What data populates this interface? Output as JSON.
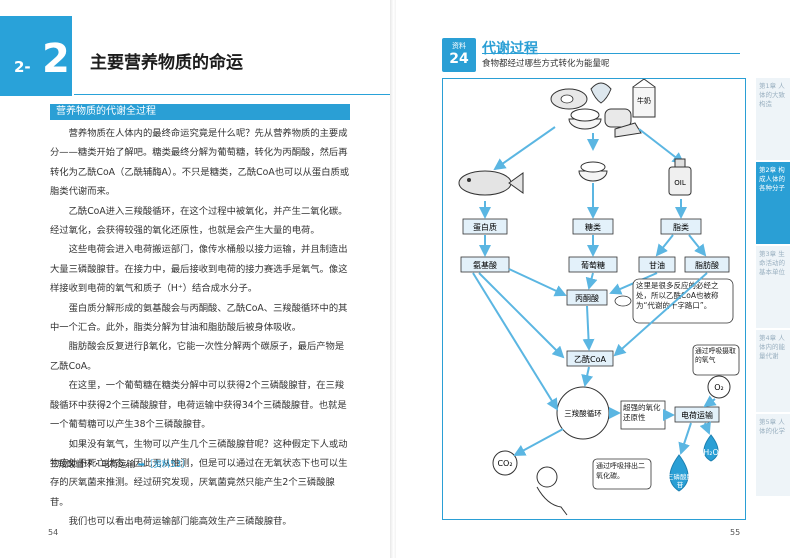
{
  "left": {
    "section_a": "2-",
    "section_b": "2",
    "chapter_title": "主要营养物质的命运",
    "subhead": "营养物质的代谢全过程",
    "paragraphs": [
      "营养物质在人体内的最终命运究竟是什么呢？先从营养物质的主要成分——糖类开始了解吧。糖类最终分解为葡萄糖，转化为丙酮酸，然后再转化为乙酰CoA（乙酰辅酶A）。不只是糖类，乙酰CoA也可以从蛋白质或脂类代谢而来。",
      "乙酰CoA进入三羧酸循环，在这个过程中被氧化，并产生二氧化碳。经过氧化，会获得较强的氧化还原性，也就是会产生大量的电荷。",
      "这些电荷会进入电荷搬运部门，像传水桶般以接力运输，并且制造出大量三磷酸腺苷。在接力中，最后接收到电荷的接力赛选手是氧气。像这样接收到电荷的氧气和质子（H⁺）结合成水分子。",
      "蛋白质分解形成的氨基酸会与丙酮酸、乙酰CoA、三羧酸循环中的其中一个汇合。此外，脂类分解为甘油和脂肪酸后被身体吸收。",
      "脂肪酸会反复进行β氧化，它能一次性分解两个碳原子，最后产物是乙酰CoA。",
      "在这里，一个葡萄糖在糖类分解中可以获得2个三磷酸腺苷，在三羧酸循环中获得2个三磷酸腺苷，电荷运输中获得34个三磷酸腺苷。也就是一个葡萄糖可以产生38个三磷酸腺苷。",
      "如果没有氧气，生物可以产生几个三磷酸腺苷呢？这种假定下人或动物应处于死亡状态，因此无从推测，但是可以通过在无氧状态下也可以生存的厌氧菌来推测。经过研究发现，厌氧菌竟然只能产生2个三磷酸腺苷。",
      "我们也可以看出电荷运输部门能高效生产三磷酸腺苷。"
    ],
    "reference_text": "三羧酸循环・电荷运输",
    "reference_link": "➡［资料53］",
    "page_number": "54"
  },
  "right": {
    "badge_label": "资料",
    "badge_number": "24",
    "doc_title": "代谢过程",
    "doc_subtitle": "食物都经过哪些方式转化为能量呢",
    "diagram": {
      "milk_label": "牛奶",
      "oil_label": "OIL",
      "protein": "蛋白质",
      "sugar": "糖类",
      "lipid": "脂类",
      "amino_acid": "氨基酸",
      "glucose": "葡萄糖",
      "glycerol": "甘油",
      "fatty_acid": "脂肪酸",
      "pyruvate": "丙酮酸",
      "acetyl_coa": "乙酰CoA",
      "tca": "三羧酸循环",
      "oxidizing": "超强的氧化还原性",
      "charge_transport": "电荷运输",
      "callout_crossroad": "这里是很多反应的必经之处，所以乙酰CoA也被称为“代谢的十字路口”。",
      "callout_oxygen": "通过呼吸摄取的氧气",
      "callout_co2": "通过呼吸排出二氧化碳。",
      "o2_label": "O₂",
      "co2_label": "CO₂",
      "h2o_label": "H₂O",
      "atp_label": "三磷酸腺苷"
    },
    "side_tabs": [
      "第1章 人体的大致构造",
      "第2章 构成人体的各种分子",
      "第3章 生命活动的基本单位",
      "第4章 人体内的能量代谢",
      "第5章 人体的化学"
    ],
    "page_number": "55"
  },
  "colors": {
    "accent": "#2a9fd5",
    "box_fill": "#e3f1fa",
    "arrow": "#5bb6e2"
  }
}
